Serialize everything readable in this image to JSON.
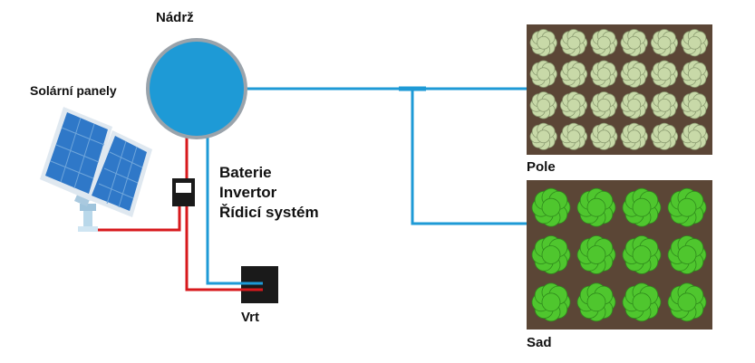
{
  "labels": {
    "tank": "Nádrž",
    "solar_panels": "Solární panely",
    "equipment": [
      "Baterie",
      "Invertor",
      "Řídicí systém"
    ],
    "well": "Vrt",
    "field": "Pole",
    "orchard": "Sad"
  },
  "colors": {
    "water_pipe": "#1e9ad6",
    "power_cable": "#d7191c",
    "tank_fill": "#1e9ad6",
    "tank_rim": "#9aa3ab",
    "soil": "#5b4636",
    "cabbage": "#c8d9a8",
    "lettuce": "#4fc62e",
    "panel": "#2f78c8"
  },
  "icons": {
    "tank": "water-tank-icon",
    "solar": "solar-panel-icon",
    "controller": "controller-box-icon",
    "pump": "pump-box-icon"
  },
  "grids": {
    "field": {
      "rows": 4,
      "cols": 6
    },
    "orchard": {
      "rows": 3,
      "cols": 4
    }
  }
}
